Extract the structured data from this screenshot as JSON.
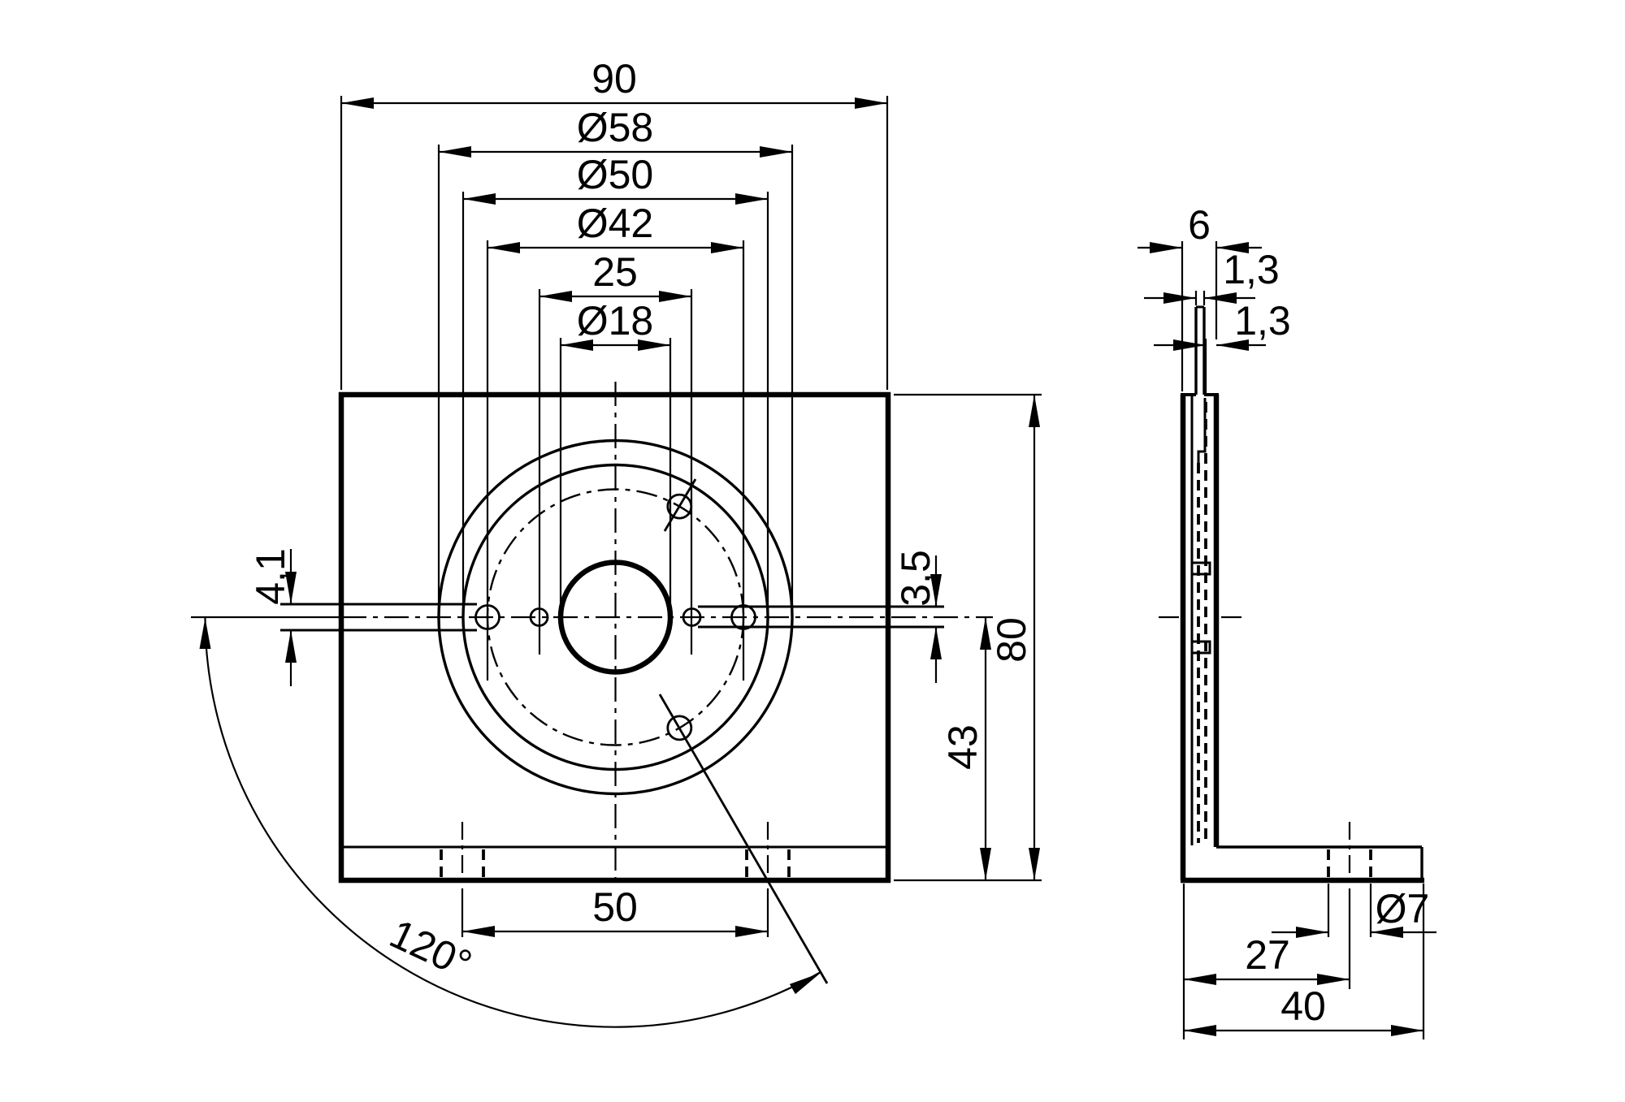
{
  "drawing": {
    "background_color": "#ffffff",
    "line_color": "#000000",
    "front_view": {
      "dim_overall_width": "90",
      "dim_outer_circle": "Ø58",
      "dim_mid_circle": "Ø50",
      "dim_bolt_circle": "Ø42",
      "dim_hole_spacing_horizontal": "25",
      "dim_center_hole": "Ø18",
      "dim_slot_left": "4,1",
      "dim_slot_right": "3,5",
      "dim_overall_height": "80",
      "dim_center_to_bottom": "43",
      "dim_foot_hole_spacing": "50",
      "dim_hole_angle": "120°"
    },
    "side_view": {
      "dim_thickness": "6",
      "dim_sheet_upper": "1,3",
      "dim_sheet_lower": "1,3",
      "dim_foot_hole_offset": "27",
      "dim_foot_depth": "40",
      "dim_foot_hole_dia": "Ø7"
    }
  }
}
